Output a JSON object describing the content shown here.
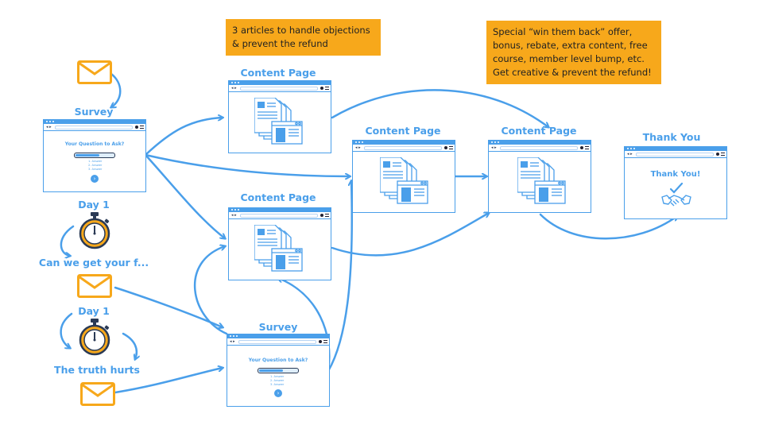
{
  "notes": {
    "objections": [
      "3 articles to handle objections",
      "& prevent the refund"
    ],
    "offer": [
      "Special “win them back” offer,",
      "bonus, rebate, extra content, free",
      "course, member level bump, etc.",
      "Get creative & prevent the refund!"
    ]
  },
  "labels": {
    "survey_top": "Survey",
    "day1_a": "Day 1",
    "can_we": "Can we get your f...",
    "day1_b": "Day 1",
    "truth": "The truth hurts",
    "content_1": "Content Page",
    "content_2": "Content Page",
    "content_3": "Content Page",
    "content_4": "Content Page",
    "survey_bottom": "Survey",
    "thank_you": "Thank You"
  },
  "survey_window": {
    "question": "Your Question to Ask?",
    "options": [
      "1. Answer",
      "2. Answer",
      "3. Answer"
    ],
    "submit_symbol": "›"
  },
  "thank_window": {
    "text": "Thank You!"
  },
  "icons": {
    "email": "email-envelope-icon",
    "timer": "stopwatch-icon",
    "handshake": "handshake-check-icon",
    "document": "document-page-icon"
  },
  "colors": {
    "accent": "#4a9fea",
    "email": "#f7a81b",
    "note": "#f7a81b",
    "dark": "#2a3a55"
  }
}
